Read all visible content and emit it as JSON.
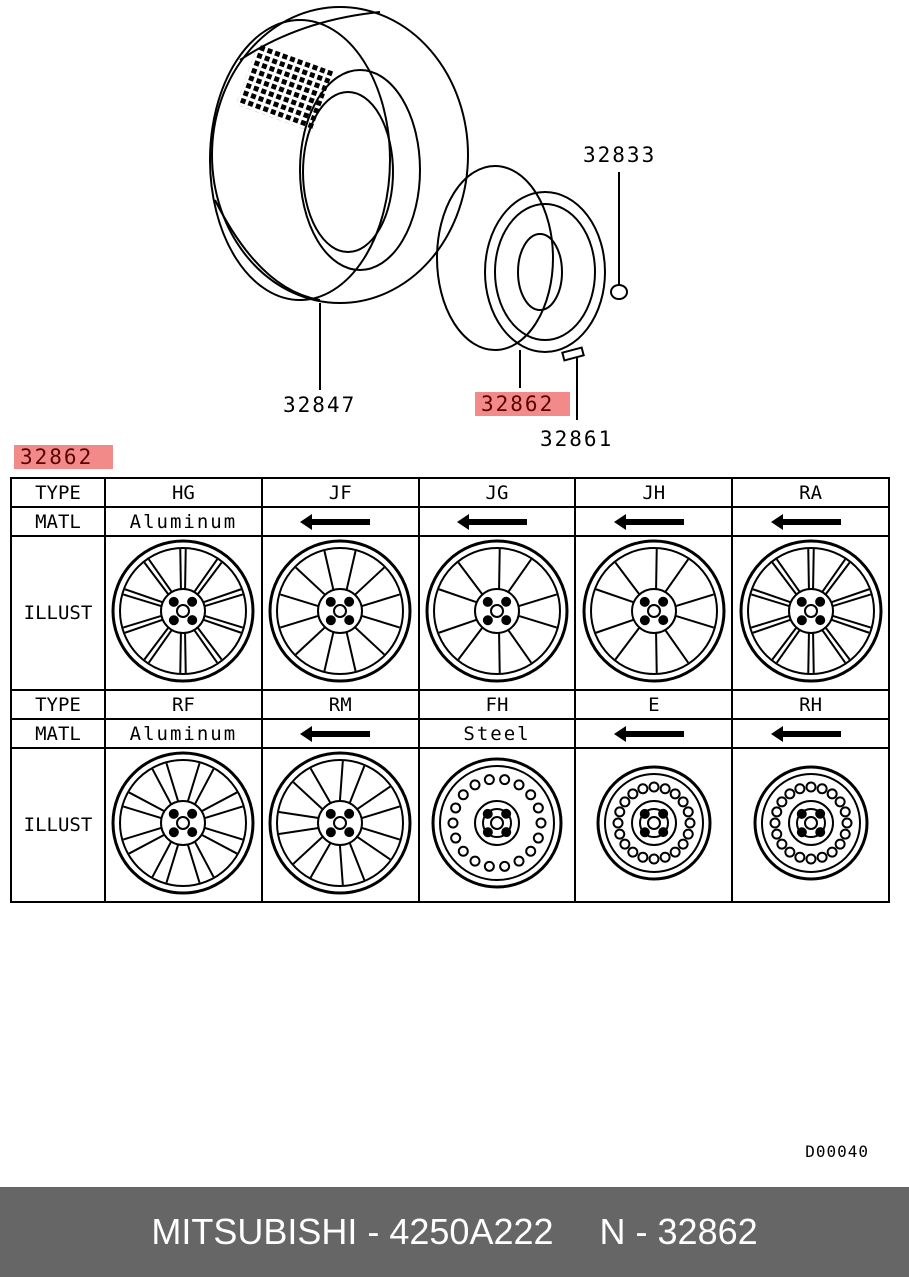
{
  "callouts": {
    "tire": "32847",
    "wheel": "32862",
    "nut": "32833",
    "weight": "32861",
    "table_ref": "32862"
  },
  "table": {
    "row_labels": {
      "type": "TYPE",
      "matl": "MATL",
      "illust": "ILLUST"
    },
    "rows": [
      {
        "types": [
          "HG",
          "JF",
          "JG",
          "JH",
          "RA"
        ],
        "matl": [
          "Aluminum",
          "←",
          "←",
          "←",
          "←"
        ],
        "styles": [
          "mesh",
          "spoke6",
          "spoke5",
          "split5",
          "spoke10"
        ]
      },
      {
        "types": [
          "RF",
          "RM",
          "FH",
          "E",
          "RH"
        ],
        "matl": [
          "Aluminum",
          "←",
          "Steel",
          "←",
          "←"
        ],
        "styles": [
          "mesh2",
          "split7",
          "steel",
          "steel2",
          "steel3"
        ]
      }
    ]
  },
  "drawing_code": "D00040",
  "footer": {
    "part": "MITSUBISHI - 4250A222",
    "ref": "N - 32862"
  }
}
